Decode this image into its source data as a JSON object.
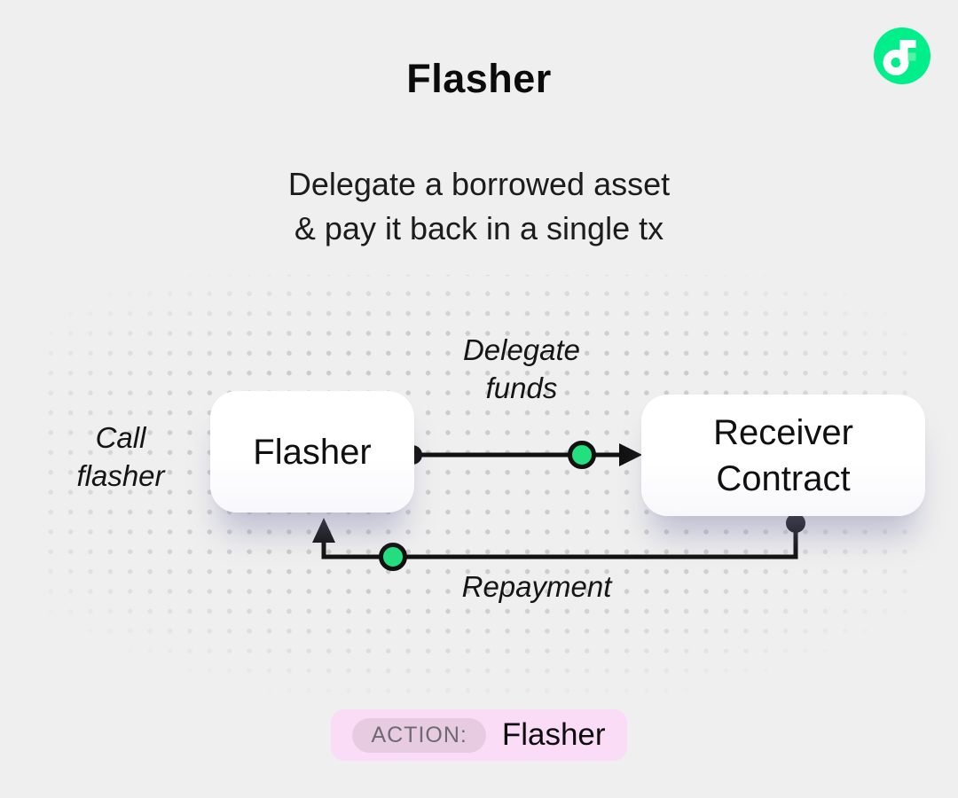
{
  "colors": {
    "background": "#efefef",
    "flow_green": "#00ef8b",
    "flow_green_light": "#56f1a9",
    "dot_green": "#23df80",
    "line_black": "#111111",
    "badge_bg": "#fbdcf7",
    "badge_pill_bg": "#e7cbe1",
    "badge_label_color": "#6e6a73"
  },
  "header": {
    "title": "Flasher",
    "subtitle_line1": "Delegate a borrowed asset",
    "subtitle_line2": "& pay it back in a single tx"
  },
  "diagram": {
    "side_label": {
      "line1": "Call",
      "line2": "flasher"
    },
    "nodes": {
      "flasher": {
        "label": "Flasher"
      },
      "receiver": {
        "line1": "Receiver",
        "line2": "Contract"
      }
    },
    "edges": {
      "delegate": {
        "label_line1": "Delegate",
        "label_line2": "funds"
      },
      "repayment": {
        "label": "Repayment"
      }
    }
  },
  "action": {
    "label": "ACTION:",
    "value": "Flasher"
  }
}
